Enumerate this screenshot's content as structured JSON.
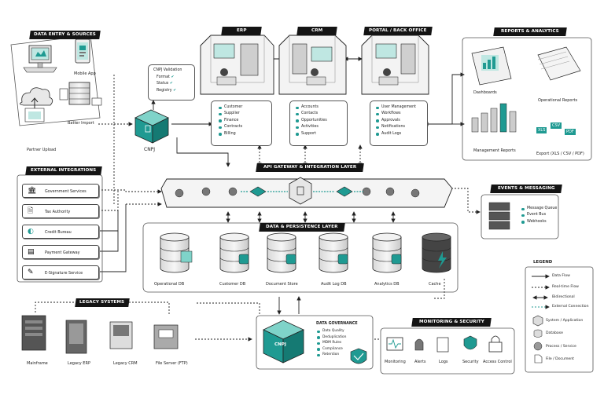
{
  "sections": {
    "data_entry": "DATA ENTRY & SOURCES",
    "erp": "ERP",
    "crm": "CRM",
    "portal": "PORTAL / BACK OFFICE",
    "reports": "REPORTS & ANALYTICS",
    "external": "EXTERNAL INTEGRATIONS",
    "api_gateway": "API GATEWAY & INTEGRATION LAYER",
    "events": "EVENTS & MESSAGING",
    "data_layer": "DATA & PERSISTENCE LAYER",
    "legacy": "LEGACY SYSTEMS",
    "monitoring": "MONITORING & SECURITY",
    "legend": "LEGEND"
  },
  "sources": {
    "mobile_app": "Mobile App",
    "batch_import": "Batter Import",
    "partner_upload": "Partner Upload"
  },
  "validation": {
    "title": "CNPJ Validation",
    "items": [
      "Format",
      "Status",
      "Registry"
    ]
  },
  "hub_label": "CNPJ",
  "erp_items": [
    "Customer",
    "Supplier",
    "Finance",
    "Contracts",
    "Billing"
  ],
  "crm_items": [
    "Accounts",
    "Contacts",
    "Opportunities",
    "Activities",
    "Support"
  ],
  "portal_items": [
    "User Management",
    "Workflows",
    "Approvals",
    "Notifications",
    "Audit Logs"
  ],
  "reports": {
    "dashboards": "Dashboards",
    "operational": "Operational Reports",
    "management": "Management Reports",
    "export": "Export (XLS / CSV / PDF)",
    "file_tags": [
      "XLS",
      "CSV",
      "PDF"
    ]
  },
  "integrations": [
    "Government Services",
    "Tax Authority",
    "Credit Bureau",
    "Payment Gateway",
    "E-Signature Service"
  ],
  "events_items": [
    "Message Queue",
    "Event Bus",
    "Webhooks"
  ],
  "databases": [
    "Operational DB",
    "Customer DB",
    "Document Store",
    "Audit Log DB",
    "Analytics DB",
    "Cache"
  ],
  "legacy_items": [
    "Mainframe",
    "Legacy ERP",
    "Legacy CRM",
    "File Server (FTP)"
  ],
  "governance": {
    "title": "DATA GOVERNANCE",
    "items": [
      "Data Quality",
      "Deduplication",
      "MDM Rules",
      "Compliance",
      "Retention"
    ],
    "cube_label": "CNPJ"
  },
  "monitoring_items": [
    "Monitoring",
    "Alerts",
    "Logs",
    "Security",
    "Access Control"
  ],
  "legend_items": [
    "Data Flow",
    "Real-time Flow",
    "Bidirectional",
    "External Connection",
    "System / Application",
    "Database",
    "Process / Service",
    "File / Document"
  ],
  "colors": {
    "accent": "#1f9a92",
    "accent_light": "#7fd3c9",
    "dark": "#141414",
    "line": "#222222"
  }
}
